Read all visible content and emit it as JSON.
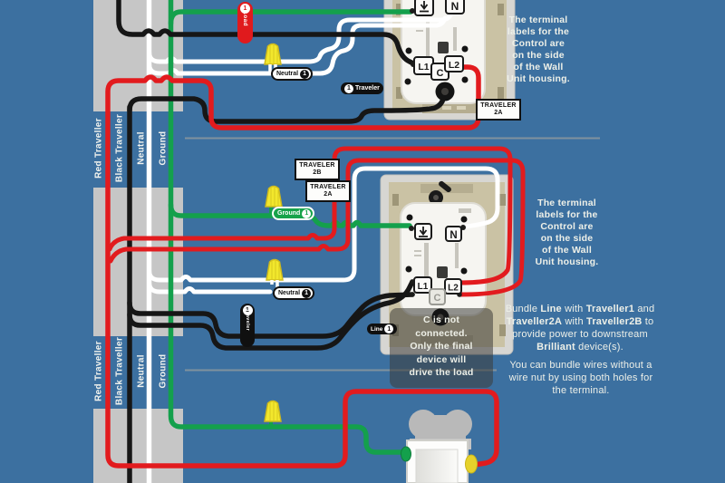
{
  "colors": {
    "background": "#3c70a0",
    "conduit_gray": "#c6c6c6",
    "divider_gray": "#8d999e",
    "wire_red": "#e21b1e",
    "wire_black": "#161616",
    "wire_white": "#ffffff",
    "wire_green": "#14a04c",
    "wire_nut_yellow": "#f2e72c",
    "device_plate_tan": "#cac2a4",
    "label_green_bg": "#17a34a",
    "load_pill_red": "#e01a1d"
  },
  "conduit": {
    "labels": [
      "Red Traveller",
      "Black Traveller",
      "Neutral",
      "Ground"
    ]
  },
  "tags": {
    "load": {
      "label": "Load",
      "num": "1"
    },
    "neutral_top": {
      "label": "Neutral",
      "num": "1"
    },
    "traveler_top": {
      "label": "Traveler",
      "num": "1"
    },
    "traveler2a_top": {
      "line1": "TRAVELER",
      "line2": "2A"
    },
    "traveler2b": {
      "line1": "TRAVELER",
      "line2": "2B"
    },
    "traveler2a_mid": {
      "line1": "TRAVELER",
      "line2": "2A"
    },
    "ground_mid": {
      "label": "Ground",
      "num": "1"
    },
    "neutral_mid": {
      "label": "Neutral",
      "num": "1"
    },
    "traveler_stub": {
      "label": "Traveler",
      "num": "1"
    },
    "line_mid": {
      "label": "Line",
      "num": "1"
    }
  },
  "devices": {
    "top_control": {
      "terminals": {
        "n": "N",
        "l1": "L1",
        "c": "C",
        "l2": "L2"
      }
    },
    "mid_control": {
      "terminals": {
        "n": "N",
        "l1": "L1",
        "c": "C",
        "l2": "L2"
      }
    }
  },
  "notes": {
    "terminal_note_top": [
      "The terminal",
      "labels for the",
      "Control are",
      "on the side",
      "of the Wall",
      "Unit housing."
    ],
    "terminal_note_mid": [
      "The terminal",
      "labels for the",
      "Control are",
      "on the side",
      "of the Wall",
      "Unit housing."
    ],
    "c_note": [
      "C is not",
      "connected.",
      "Only the final",
      "device will",
      "drive the load"
    ],
    "bundle_note": [
      [
        [
          "Bundle ",
          0
        ],
        [
          "Line",
          1
        ],
        [
          " with ",
          0
        ],
        [
          "Traveller1",
          1
        ],
        [
          " and",
          0
        ]
      ],
      [
        [
          "Traveller2A",
          1
        ],
        [
          " with ",
          0
        ],
        [
          "Traveller2B",
          1
        ],
        [
          " to",
          0
        ]
      ],
      [
        [
          "provide power to downstream",
          0
        ]
      ],
      [
        [
          "Brilliant",
          1
        ],
        [
          " device(s).",
          0
        ]
      ]
    ],
    "wirenut_note": [
      "You can bundle wires without a",
      "wire nut by using both holes for",
      "the terminal."
    ]
  }
}
